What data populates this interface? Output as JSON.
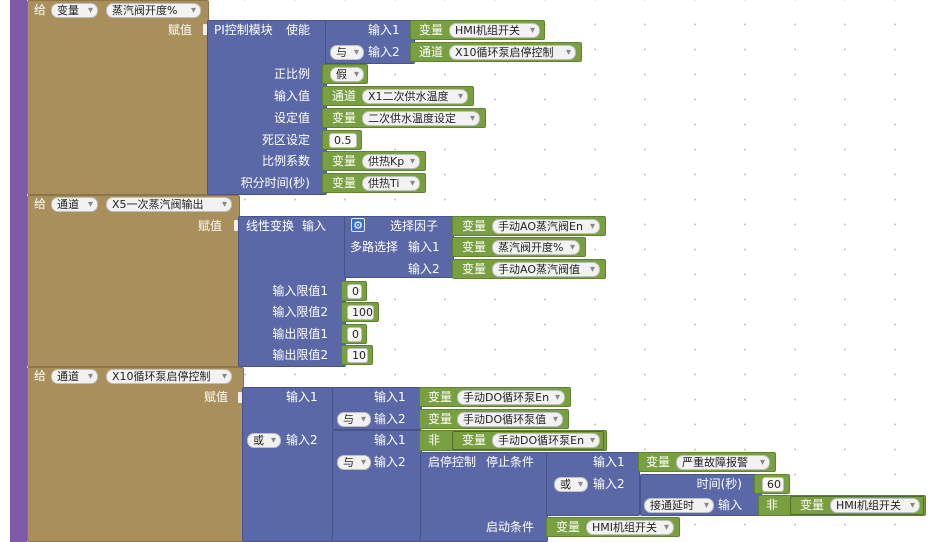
{
  "block1": {
    "give": "给",
    "var_dd": "变量",
    "target_dd": "蒸汽阀开度%",
    "assign": "赋值",
    "pi_module": "PI控制模块",
    "enable": "使能",
    "in1": "输入1",
    "in1_var": "变量",
    "in1_val": "HMI机组开关",
    "and_dd": "与",
    "in2": "输入2",
    "in2_ch": "通道",
    "in2_val": "X10循环泵启停控制",
    "prop": "正比例",
    "prop_val": "假",
    "input_val": "输入值",
    "input_ch": "通道",
    "input_target": "X1二次供水温度",
    "setpoint": "设定值",
    "setpoint_var": "变量",
    "setpoint_target": "二次供水温度设定",
    "deadzone": "死区设定",
    "deadzone_val": "0.5",
    "ratio": "比例系数",
    "ratio_var": "变量",
    "ratio_target": "供热Kp",
    "integral": "积分时间(秒)",
    "integral_var": "变量",
    "integral_target": "供热Ti"
  },
  "block2": {
    "give": "给",
    "ch_dd": "通道",
    "target_dd": "X5一次蒸汽阀输出",
    "assign": "赋值",
    "linear": "线性变换",
    "input": "输入",
    "factor": "选择因子",
    "factor_var": "变量",
    "factor_target": "手动AO蒸汽阀En",
    "mux": "多路选择",
    "mux_in1": "输入1",
    "mux_in1_var": "变量",
    "mux_in1_target": "蒸汽阀开度%",
    "mux_in2": "输入2",
    "mux_in2_var": "变量",
    "mux_in2_target": "手动AO蒸汽阀值",
    "lim_in1": "输入限值1",
    "lim_in1_val": "0",
    "lim_in2": "输入限值2",
    "lim_in2_val": "100",
    "lim_out1": "输出限值1",
    "lim_out1_val": "0",
    "lim_out2": "输出限值2",
    "lim_out2_val": "10"
  },
  "block3": {
    "give": "给",
    "ch_dd": "通道",
    "target_dd": "X10循环泵启停控制",
    "assign": "赋值",
    "in1": "输入1",
    "inner_in1": "输入1",
    "inner_in1_var": "变量",
    "inner_in1_target": "手动DO循环泵En",
    "and_dd": "与",
    "inner_in2": "输入2",
    "inner_in2_var": "变量",
    "inner_in2_target": "手动DO循环泵值",
    "or_dd": "或",
    "in2": "输入2",
    "b_in1": "输入1",
    "not": "非",
    "b_in1_var": "变量",
    "b_in1_target": "手动DO循环泵En",
    "and2_dd": "与",
    "b_in2": "输入2",
    "startstop": "启停控制",
    "stopcond": "停止条件",
    "s_in1": "输入1",
    "s_in1_var": "变量",
    "s_in1_target": "严重故障报警",
    "or2_dd": "或",
    "s_in2": "输入2",
    "time": "时间(秒)",
    "time_val": "60",
    "delay_dd": "接通延时",
    "delay_input": "输入",
    "delay_not": "非",
    "delay_var": "变量",
    "delay_target": "HMI机组开关",
    "startcond": "启动条件",
    "start_var": "变量",
    "start_target": "HMI机组开关"
  }
}
